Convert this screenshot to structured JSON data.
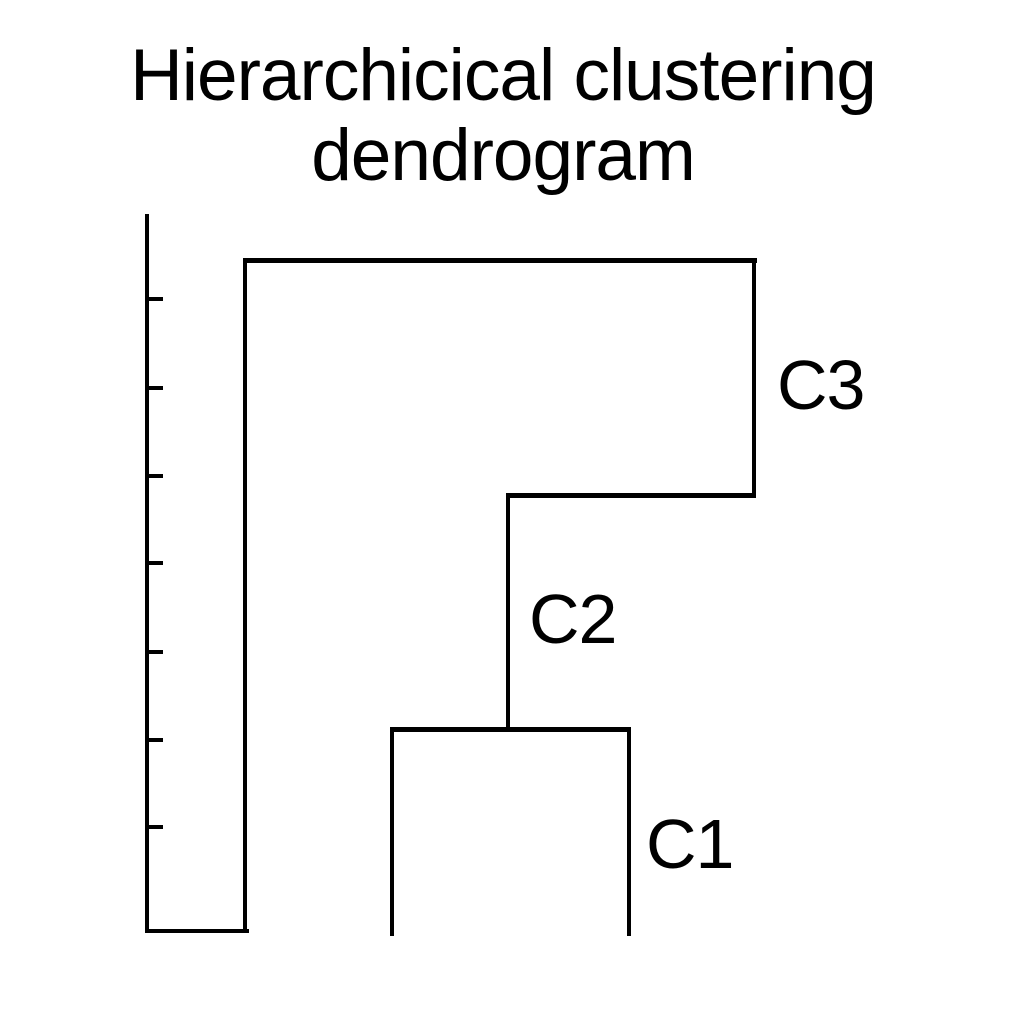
{
  "title": {
    "line1": "Hierarchicical clustering",
    "line2": "dendrogram",
    "full": "Hierarchicical clustering dendrogram"
  },
  "labels": {
    "c1": "C1",
    "c2": "C2",
    "c3": "C3"
  },
  "colors": {
    "ink": "#000000",
    "background": "#ffffff"
  },
  "chart_data": {
    "type": "dendrogram",
    "title": "Hierarchicical clustering dendrogram",
    "style": "hand-drawn black ink line art on white, no numeric labels",
    "orientation": "vertical, leaves at bottom, merge height increases upward",
    "axis": {
      "side": "left",
      "label": "",
      "tick_count": 7,
      "tick_labels": [],
      "ticks_point": "right",
      "numeric_scale_shown": false
    },
    "leaf_count": 3,
    "clusters": [
      {
        "label": "C1",
        "description": "lowest merge joining the two right-hand leaf branches",
        "relative_merge_height": 0.28
      },
      {
        "label": "C2",
        "description": "stem rising from C1 to the horizontal link with the C3 branch",
        "relative_merge_height": 0.61
      },
      {
        "label": "C3",
        "description": "right branch joined to the leftmost leaf by the top bar (root merge)",
        "relative_merge_height": 0.94
      }
    ],
    "legend": "none",
    "grid": false
  }
}
